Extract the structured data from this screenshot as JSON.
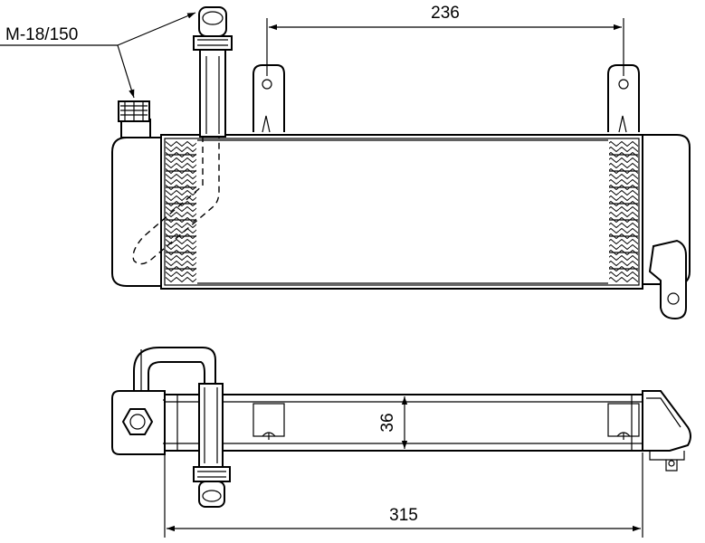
{
  "drawing": {
    "thread_label": "M-18/150",
    "dimensions": {
      "bracket_spacing": "236",
      "core_thickness": "36",
      "core_length": "315"
    }
  }
}
